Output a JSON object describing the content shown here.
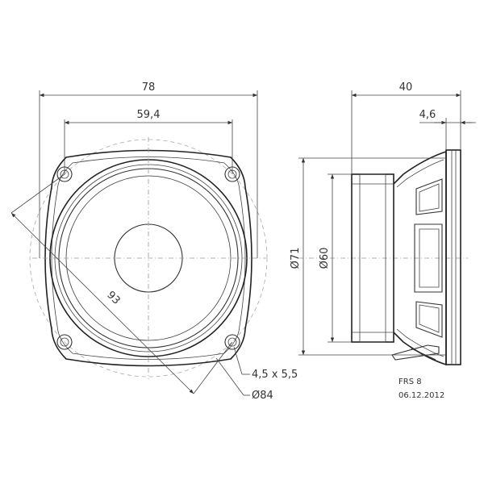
{
  "front_view": {
    "dims": {
      "overall_width": "78",
      "hole_spacing": "59,4",
      "diagonal": "93",
      "hole_size": "4,5 x 5,5",
      "bolt_circle": "Ø84"
    }
  },
  "side_view": {
    "dims": {
      "depth": "40",
      "flange": "4,6",
      "outer_dia": "Ø71",
      "magnet_dia": "Ø60"
    }
  },
  "title_block": {
    "model": "FRS 8",
    "date": "06.12.2012"
  },
  "colors": {
    "line": "#333333",
    "centerline": "#999999",
    "background": "#ffffff"
  }
}
